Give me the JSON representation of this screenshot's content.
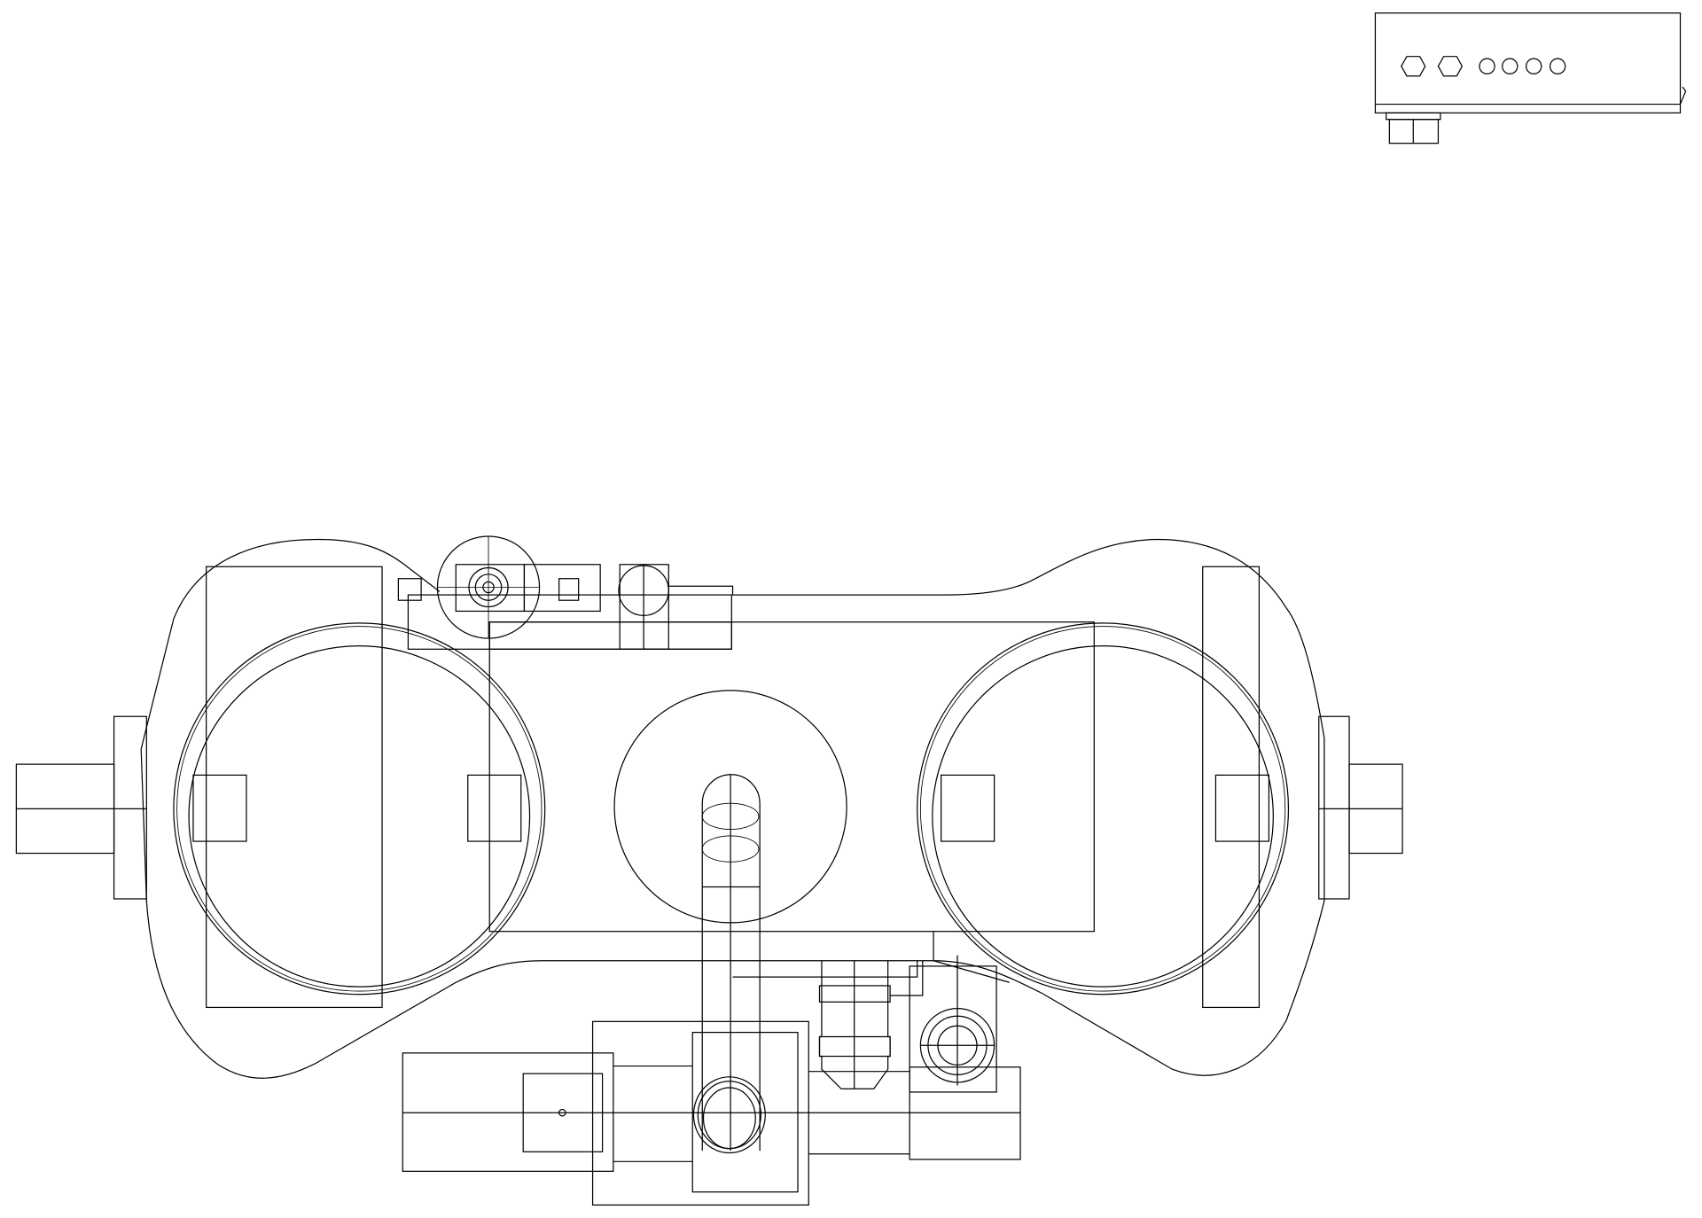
{
  "drawing": {
    "type": "technical-line-drawing",
    "views": [
      "top-view-assembly",
      "side-view-box"
    ],
    "line_color": "#000000",
    "background_color": "#ffffff"
  }
}
